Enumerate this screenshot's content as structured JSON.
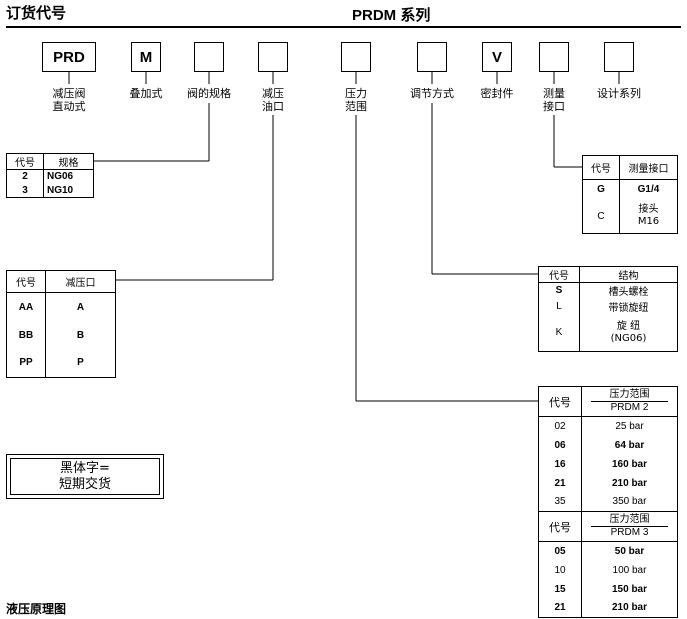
{
  "header": {
    "left_title": "订货代号",
    "right_title": "PRDM 系列"
  },
  "code_boxes": [
    {
      "value": "PRD",
      "label": "减压阀\n直动式"
    },
    {
      "value": "M",
      "label": "叠加式"
    },
    {
      "value": "",
      "label": "阀的规格"
    },
    {
      "value": "",
      "label": "减压\n油口"
    },
    {
      "value": "",
      "label": "压力\n范围"
    },
    {
      "value": "",
      "label": "调节方式"
    },
    {
      "value": "V",
      "label": "密封件"
    },
    {
      "value": "",
      "label": "测量\n接口"
    },
    {
      "value": "",
      "label": "设计系列"
    }
  ],
  "size_table": {
    "headers": [
      "代号",
      "规格"
    ],
    "rows": [
      [
        "2",
        "NG06"
      ],
      [
        "3",
        "NG10"
      ]
    ]
  },
  "port_table": {
    "headers": [
      "代号",
      "减压口"
    ],
    "rows": [
      [
        "AA",
        "A"
      ],
      [
        "BB",
        "B"
      ],
      [
        "PP",
        "P"
      ]
    ]
  },
  "gauge_table": {
    "headers": [
      "代号",
      "测量接口"
    ],
    "rows": [
      [
        "G",
        "G1/4"
      ],
      [
        "C",
        "接头\nM16"
      ]
    ]
  },
  "adjust_table": {
    "headers": [
      "代号",
      "结构"
    ],
    "rows": [
      [
        "S",
        "槽头螺栓"
      ],
      [
        "L",
        "带锁旋纽"
      ],
      [
        "K",
        "旋 纽\n(NG06)"
      ]
    ]
  },
  "pressure_table": {
    "section1": {
      "header_code": "代号",
      "header_title": "压力范围",
      "header_series": "PRDM 2",
      "rows": [
        [
          "02",
          "25 bar"
        ],
        [
          "06",
          "64 bar"
        ],
        [
          "16",
          "160 bar"
        ],
        [
          "21",
          "210 bar"
        ],
        [
          "35",
          "350 bar"
        ]
      ]
    },
    "section2": {
      "header_code": "代号",
      "header_title": "压力范围",
      "header_series": "PRDM 3",
      "rows": [
        [
          "05",
          "50 bar"
        ],
        [
          "10",
          "100 bar"
        ],
        [
          "15",
          "150 bar"
        ],
        [
          "21",
          "210 bar"
        ]
      ]
    }
  },
  "legend": {
    "line1": "黑体字=",
    "line2": "短期交货"
  },
  "footer": {
    "title": "液压原理图"
  }
}
